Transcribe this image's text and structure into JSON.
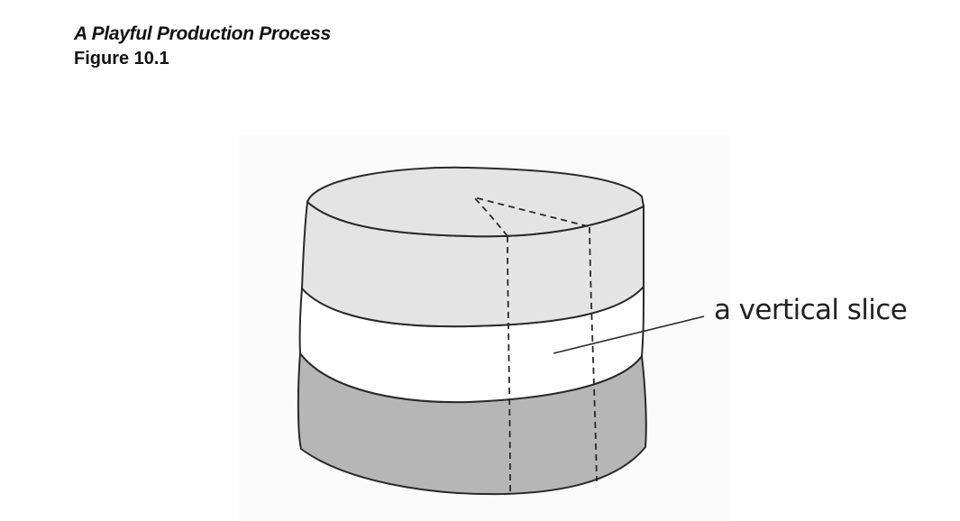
{
  "header": {
    "book_title": "A Playful Production Process",
    "figure_number": "Figure 10.1"
  },
  "diagram": {
    "callout_label": "a vertical slice",
    "layers": [
      {
        "name": "top",
        "fill": "#e4e4e4"
      },
      {
        "name": "middle",
        "fill": "#ffffff"
      },
      {
        "name": "bottom",
        "fill": "#b6b6b6"
      }
    ],
    "stroke_color": "#2a2a2a"
  }
}
